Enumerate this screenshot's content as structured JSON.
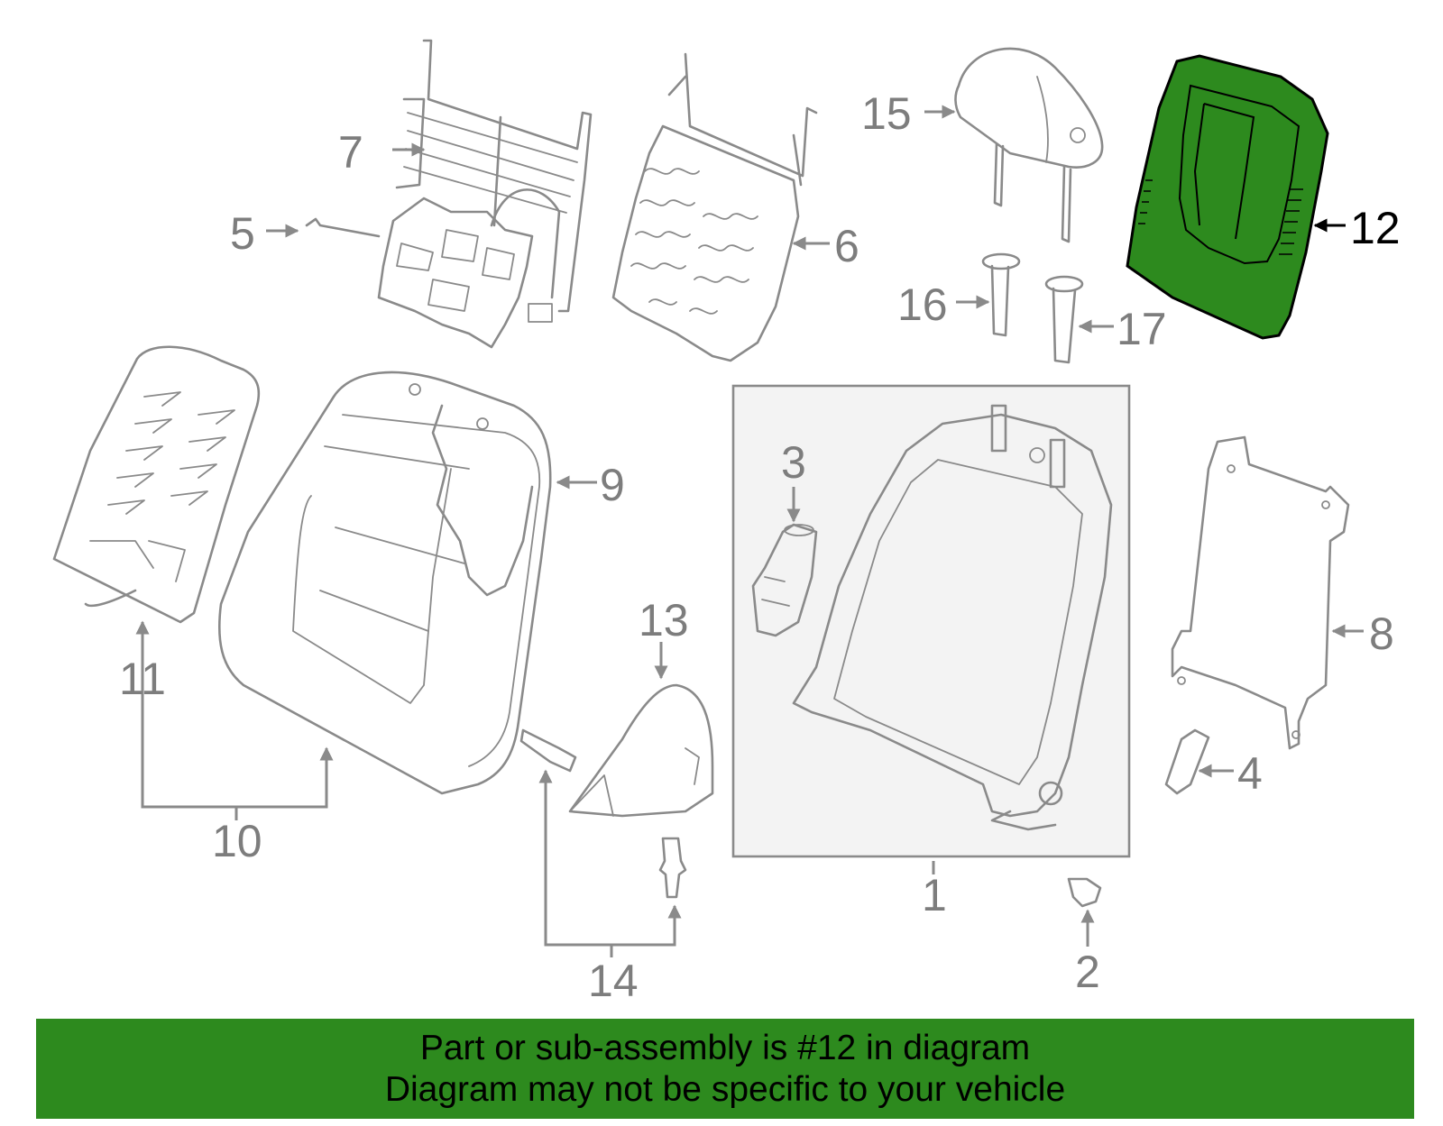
{
  "callouts": {
    "c1": "1",
    "c2": "2",
    "c3": "3",
    "c4": "4",
    "c5": "5",
    "c6": "6",
    "c7": "7",
    "c8": "8",
    "c9": "9",
    "c10": "10",
    "c11": "11",
    "c12": "12",
    "c13": "13",
    "c14": "14",
    "c15": "15",
    "c16": "16",
    "c17": "17"
  },
  "highlight": {
    "part": "12",
    "color": "#2d8a1e",
    "banner_color": "#2d8a1e"
  },
  "banner": {
    "line1": "Part or sub-assembly is #12 in diagram",
    "line2": "Diagram may not be specific to your vehicle"
  }
}
